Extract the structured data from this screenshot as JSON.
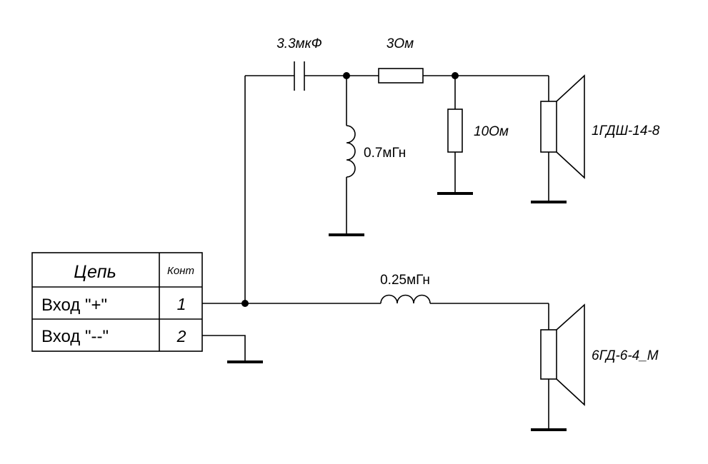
{
  "components": {
    "capacitor_value": "3.3мкФ",
    "series_resistor_value": "3Ом",
    "shunt_resistor_value": "10Ом",
    "tweeter_inductor_value": "0.7мГн",
    "woofer_inductor_value": "0.25мГн",
    "tweeter_name": "1ГДШ-14-8",
    "woofer_name": "6ГД-6-4_М"
  },
  "connector_table": {
    "header_circuit": "Цепь",
    "header_contact": "Конт",
    "rows": [
      {
        "circuit": "Вход \"+\"",
        "contact": "1"
      },
      {
        "circuit": "Вход \"--\"",
        "contact": "2"
      }
    ]
  }
}
